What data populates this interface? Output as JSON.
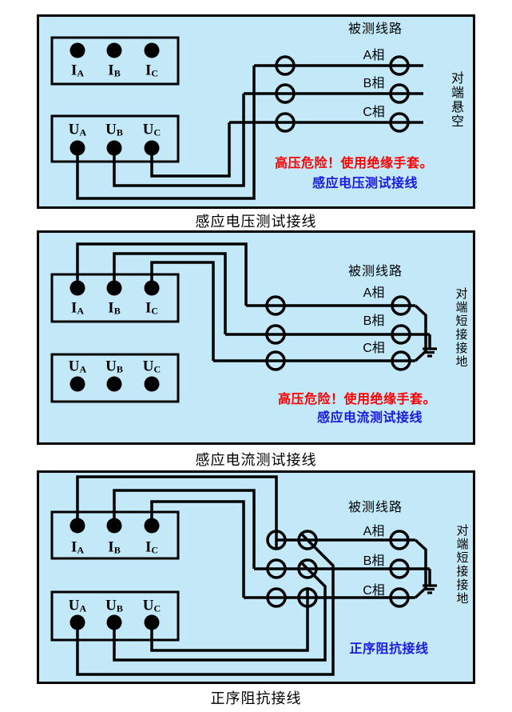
{
  "colors": {
    "panel-bg": "#c3e9f8",
    "wire": "#000000",
    "warning": "#fe0000",
    "subtitle": "#1a1ae0",
    "text": "#000000"
  },
  "terminals": {
    "i": [
      {
        "base": "I",
        "sub": "A"
      },
      {
        "base": "I",
        "sub": "B"
      },
      {
        "base": "I",
        "sub": "C"
      }
    ],
    "u": [
      {
        "base": "U",
        "sub": "A"
      },
      {
        "base": "U",
        "sub": "B"
      },
      {
        "base": "U",
        "sub": "C"
      }
    ]
  },
  "panels": [
    {
      "header": "被测线路",
      "phases": [
        "A相",
        "B相",
        "C相"
      ],
      "right_note": "对端悬空",
      "warning": "高压危险！使用绝缘手套。",
      "subtitle": "感应电压测试接线",
      "caption": "感应电压测试接线"
    },
    {
      "header": "被测线路",
      "phases": [
        "A相",
        "B相",
        "C相"
      ],
      "right_note": "对端短接接地",
      "warning": "高压危险！使用绝缘手套。",
      "subtitle": "感应电流测试接线",
      "caption": "感应电流测试接线"
    },
    {
      "header": "被测线路",
      "phases": [
        "A相",
        "B相",
        "C相"
      ],
      "right_note": "对端短接接地",
      "subtitle": "正序阻抗接线",
      "caption": "正序阻抗接线"
    }
  ]
}
